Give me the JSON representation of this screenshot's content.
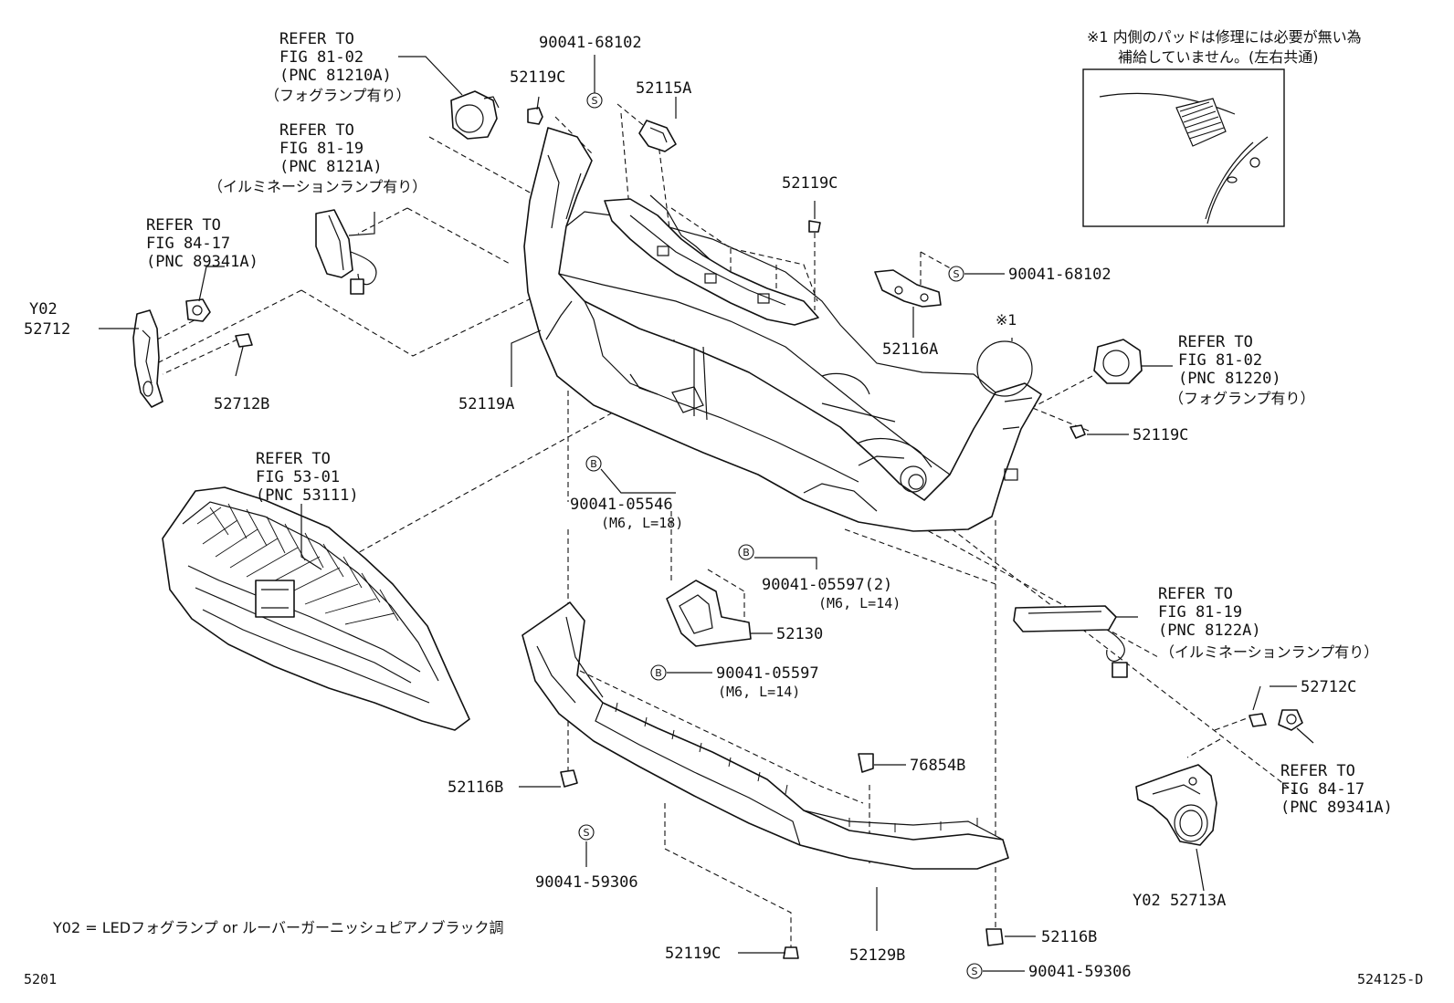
{
  "labels": {
    "ref_fog_l": [
      "REFER TO",
      "FIG 81-02",
      "(PNC 81210A)"
    ],
    "ref_fog_l_note": "（フォグランプ有り）",
    "ref_illum_l": [
      "REFER TO",
      "FIG 81-19",
      "(PNC 8121A)"
    ],
    "ref_illum_l_note": "（イルミネーションランプ有り）",
    "ref_sensor_l": [
      "REFER TO",
      "FIG 84-17",
      "(PNC 89341A)"
    ],
    "y02_l": "Y02",
    "p52712": "52712",
    "p52712B": "52712B",
    "p52119A": "52119A",
    "p52119C_top": "52119C",
    "p90041_68102_top": "90041-68102",
    "p52115A": "52115A",
    "p52119C_mid": "52119C",
    "p90041_68102_r": "90041-68102",
    "p52116A": "52116A",
    "mark1": "※1",
    "ref_fog_r": [
      "REFER TO",
      "FIG 81-02",
      "(PNC 81220)"
    ],
    "ref_fog_r_note": "（フォグランプ有り）",
    "p52119C_r": "52119C",
    "ref_grille": [
      "REFER TO",
      "FIG 53-01",
      "(PNC 53111)"
    ],
    "p90041_05546": "90041-05546",
    "p90041_05546_spec": "(M6, L=18)",
    "p90041_05597_2": "90041-05597(2)",
    "p90041_05597_2_spec": "(M6, L=14)",
    "p52130": "52130",
    "p90041_05597": "90041-05597",
    "p90041_05597_spec": "(M6, L=14)",
    "ref_illum_r": [
      "REFER TO",
      "FIG 81-19",
      "(PNC 8122A)"
    ],
    "ref_illum_r_note": "（イルミネーションランプ有り）",
    "p52712C": "52712C",
    "ref_sensor_r": [
      "REFER TO",
      "FIG 84-17",
      "(PNC 89341A)"
    ],
    "y02_r": "Y02 52713A",
    "p76854B": "76854B",
    "p52116B_l": "52116B",
    "p90041_59306_l": "90041-59306",
    "p52119C_bot": "52119C",
    "p52129B": "52129B",
    "p52116B_r": "52116B",
    "p90041_59306_r": "90041-59306",
    "note1": [
      "※1 内側のパッドは修理には必要が無い為",
      "補給していません。(左右共通)"
    ],
    "y02_legend": "Y02 = LEDフォグランプ or ルーバーガーニッシュピアノブラック調",
    "page_no": "5201",
    "fig_code": "524125-D",
    "circle_s": "S",
    "circle_b": "B"
  }
}
